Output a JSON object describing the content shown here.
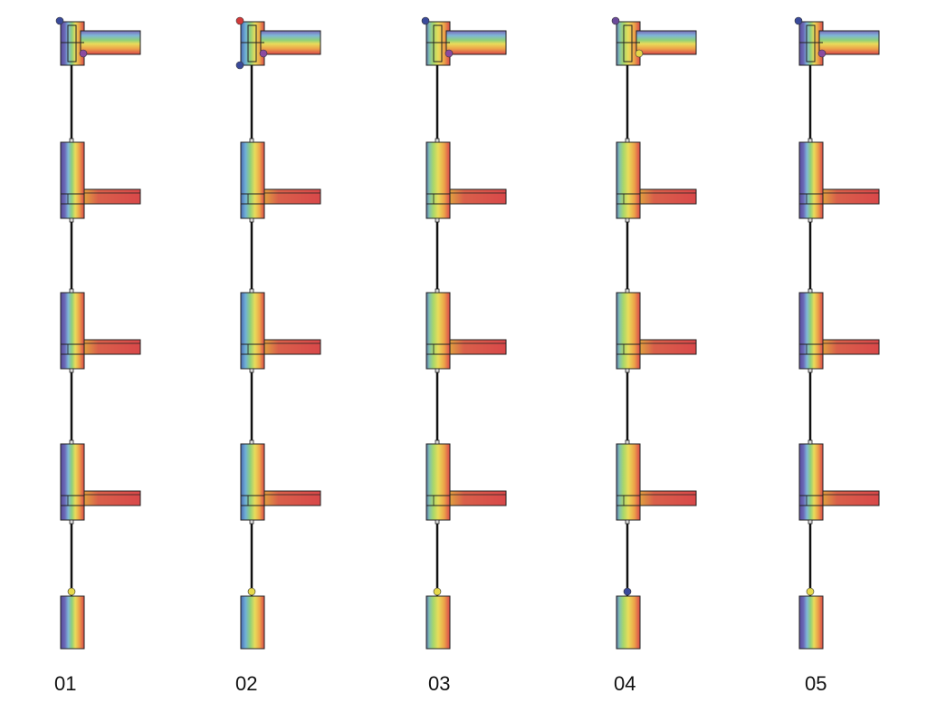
{
  "columns": [
    {
      "label": "01",
      "top_marker_color": "#3a4a9a",
      "top_end_color": "#8a4aa0",
      "base_marker_color": "#e6d84a",
      "palette": "violet"
    },
    {
      "label": "02",
      "top_marker_color": "#d23a3a",
      "top_end_color": "#8a4aa0",
      "base_marker_color": "#e6d84a",
      "palette": "blue",
      "extra_marker_color": "#3a4a9a"
    },
    {
      "label": "03",
      "top_marker_color": "#3a4a9a",
      "top_end_color": "#8a4aa0",
      "base_marker_color": "#e6d84a",
      "palette": "green"
    },
    {
      "label": "04",
      "top_marker_color": "#6a4a9a",
      "top_end_color": "#e6d84a",
      "base_marker_color": "#3a4a9a",
      "palette": "green"
    },
    {
      "label": "05",
      "top_marker_color": "#3a4a9a",
      "top_end_color": "#8a4aa0",
      "base_marker_color": "#e6d84a",
      "palette": "violet"
    }
  ],
  "colors": {
    "slab": "#d9484a",
    "slab_hot": "#e0a040",
    "outline": "#222222",
    "pipe": "#111111"
  }
}
